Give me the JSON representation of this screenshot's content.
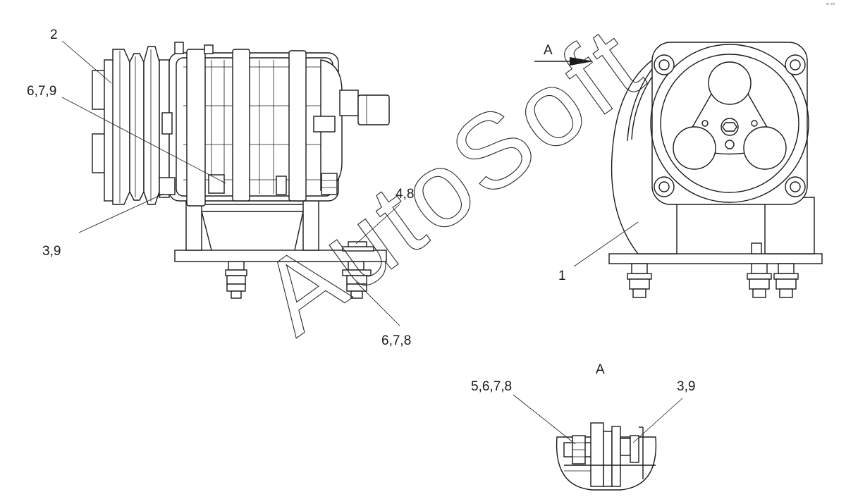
{
  "labels": {
    "part_2": "2",
    "part_679": "6,7,9",
    "part_39_side": "3,9",
    "part_48": "4,8",
    "part_678": "6,7,8",
    "part_1": "1",
    "view_arrow": "A",
    "view_title": "A",
    "part_5678": "5,6,7,8",
    "part_39_view": "3,9"
  },
  "watermark": "AutoSoft",
  "corner_mark": "ᵃⁿ ᵃᵘᵗ"
}
